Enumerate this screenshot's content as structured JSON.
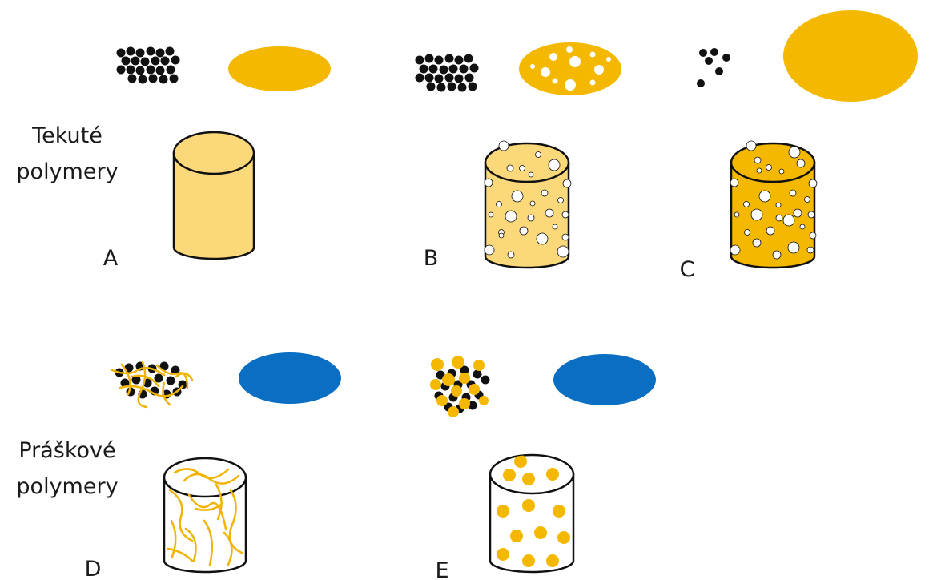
{
  "group_labels": {
    "liquid": [
      "Tekuté",
      "polymery"
    ],
    "powder": [
      "Práškové",
      "polymery"
    ]
  },
  "panel_letters": [
    "A",
    "B",
    "C",
    "D",
    "E"
  ],
  "colors": {
    "filler": "#111111",
    "liquid_polymer": "#f5b800",
    "liquid_polymer_light": "#fbd97b",
    "powder_polymer": "#0a6ec3",
    "fiber": "#f0b400",
    "outline": "#111111"
  }
}
